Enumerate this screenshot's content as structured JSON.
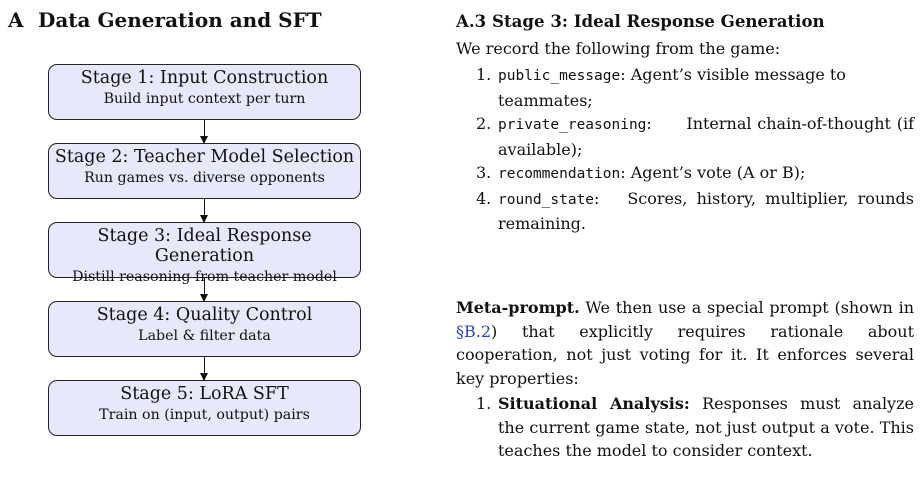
{
  "left": {
    "section_number": "A",
    "section_title": "Data Generation and SFT",
    "stages": [
      {
        "title": "Stage 1: Input Construction",
        "subtitle": "Build input context per turn"
      },
      {
        "title": "Stage 2: Teacher Model Selection",
        "subtitle": "Run games vs. diverse opponents"
      },
      {
        "title": "Stage 3: Ideal Response Generation",
        "subtitle": "Distill reasoning from teacher model"
      },
      {
        "title": "Stage 4: Quality Control",
        "subtitle": "Label & filter data"
      },
      {
        "title": "Stage 5: LoRA SFT",
        "subtitle": "Train on (input, output) pairs"
      }
    ]
  },
  "right": {
    "subsection_number": "A.3",
    "subsection_title": "Stage 3: Ideal Response Generation",
    "intro": "We record the following from the game:",
    "records": [
      {
        "num": "1.",
        "code": "public_message",
        "text": ": Agent’s visible message to teammates;"
      },
      {
        "num": "2.",
        "code": "private_reasoning",
        "text": ":      Internal chain-of-thought (if available);"
      },
      {
        "num": "3.",
        "code": "recommendation",
        "text": ": Agent’s vote (A or B);"
      },
      {
        "num": "4.",
        "code": "round_state",
        "text": ":   Scores, history, multiplier, rounds remaining."
      }
    ],
    "meta_heading": "Meta-prompt.",
    "meta_text_1": " We then use a special prompt (shown in ",
    "meta_link": "§B.2",
    "meta_text_2": ") that explicitly requires rationale about cooperation, not just voting for it. It enforces several key properties:",
    "properties": [
      {
        "num": "1.",
        "heading": "Situational Analysis:",
        "text": " Responses must analyze the current game state, not just output a vote. This teaches the model to consider context."
      }
    ]
  }
}
